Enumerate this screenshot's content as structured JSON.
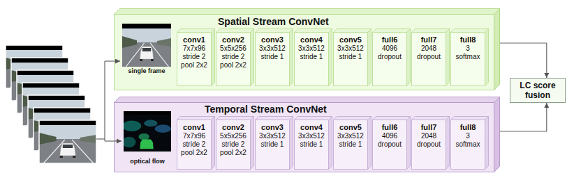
{
  "diagram": {
    "nodes": [
      {
        "text": [
          "Spatial Stream ConvNet"
        ]
      },
      {
        "text": [
          "single frame"
        ],
        "in": 0
      },
      {
        "text": [
          "conv1",
          "7x7x96 stride 2 pool 2x2"
        ],
        "in": 0
      },
      {
        "text": [
          "conv2",
          "5x5x256 stride 2 pool 2x2"
        ],
        "in": 0
      },
      {
        "text": [
          "conv3",
          "3x3x512 stride 1"
        ],
        "in": 0
      },
      {
        "text": [
          "conv4",
          "3x3x512 stride 1"
        ],
        "in": 0
      },
      {
        "text": [
          "conv5",
          "3x3x512 stride 1"
        ],
        "in": 0
      },
      {
        "text": [
          "full6",
          "4096 dropout"
        ],
        "in": 0
      },
      {
        "text": [
          "full7",
          "2048 dropout"
        ],
        "in": 0
      },
      {
        "text": [
          "full8",
          "3 softmax"
        ],
        "in": 0
      },
      {
        "text": [
          "Temporal Stream ConvNet"
        ]
      },
      {
        "text": [
          "optical flow"
        ],
        "in": 10
      },
      {
        "text": [
          "conv1",
          "7x7x96 stride 2 pool 2x2"
        ],
        "in": 10
      },
      {
        "text": [
          "conv2",
          "5x5x256 stride 2 pool 2x2"
        ],
        "in": 10
      },
      {
        "text": [
          "conv3",
          "3x3x512 stride 1"
        ],
        "in": 10
      },
      {
        "text": [
          "conv4",
          "3x3x512 stride 1"
        ],
        "in": 10
      },
      {
        "text": [
          "conv5",
          "3x3x512 stride 1"
        ],
        "in": 10
      },
      {
        "text": [
          "full6",
          "4096 dropout"
        ],
        "in": 10
      },
      {
        "text": [
          "full7",
          "2048 dropout"
        ],
        "in": 10
      },
      {
        "text": [
          "full8",
          "3 softmax"
        ],
        "in": 10
      },
      {
        "text": [
          "LC score fusion"
        ]
      }
    ],
    "edges": [
      {
        "from": 0,
        "to": 20,
        "arrow": "to"
      },
      {
        "from": 10,
        "to": 20,
        "arrow": "to"
      }
    ]
  }
}
